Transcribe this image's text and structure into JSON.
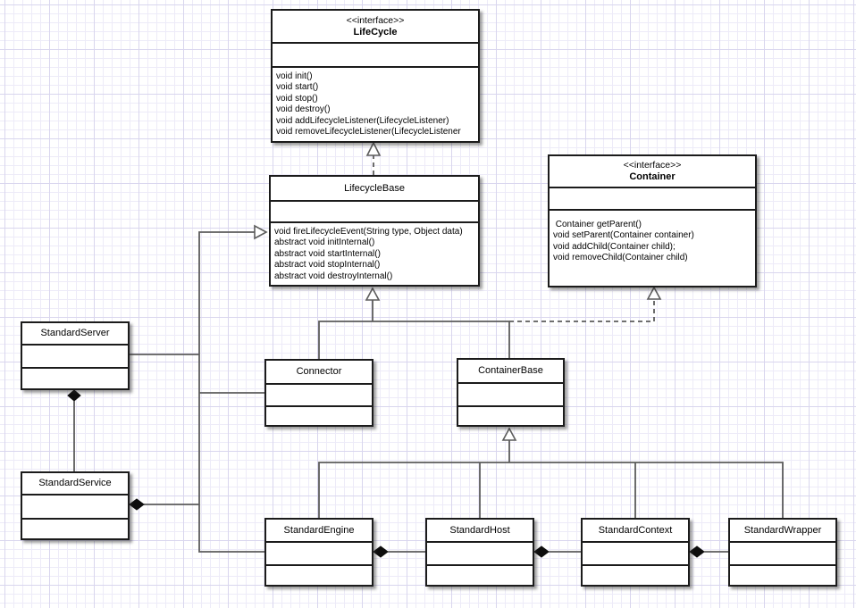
{
  "diagram": {
    "type": "uml-class-diagram",
    "classes": {
      "lifecycle": {
        "stereotype": "<<interface>>",
        "name": "LifeCycle",
        "methods": [
          "void init()",
          "void start()",
          "void stop()",
          "void destroy()",
          "void addLifecycleListener(LifecycleListener)",
          "void removeLifecycleListener(LifecycleListener"
        ]
      },
      "lifecycle_base": {
        "name": "LifecycleBase",
        "methods": [
          "void fireLifecycleEvent(String type, Object data)",
          "abstract void initInternal()",
          "abstract void startInternal()",
          "abstract void stopInternal()",
          "abstract void destroyInternal()"
        ]
      },
      "container": {
        "stereotype": "<<interface>>",
        "name": "Container",
        "methods": [
          " Container getParent()",
          "void setParent(Container container)",
          "void addChild(Container child);",
          "void removeChild(Container child)"
        ]
      },
      "standard_server": {
        "name": "StandardServer"
      },
      "standard_service": {
        "name": "StandardService"
      },
      "connector": {
        "name": "Connector"
      },
      "container_base": {
        "name": "ContainerBase"
      },
      "standard_engine": {
        "name": "StandardEngine"
      },
      "standard_host": {
        "name": "StandardHost"
      },
      "standard_context": {
        "name": "StandardContext"
      },
      "standard_wrapper": {
        "name": "StandardWrapper"
      }
    },
    "relationships": [
      {
        "from": "LifecycleBase",
        "to": "LifeCycle",
        "type": "realization"
      },
      {
        "from": "StandardServer",
        "to": "LifecycleBase",
        "type": "generalization"
      },
      {
        "from": "StandardService",
        "to": "LifecycleBase",
        "type": "generalization"
      },
      {
        "from": "StandardEngine",
        "to": "LifecycleBase",
        "type": "generalization"
      },
      {
        "from": "Connector",
        "to": "LifecycleBase",
        "type": "generalization"
      },
      {
        "from": "ContainerBase",
        "to": "LifecycleBase",
        "type": "generalization"
      },
      {
        "from": "ContainerBase",
        "to": "Container",
        "type": "realization"
      },
      {
        "from": "StandardEngine",
        "to": "ContainerBase",
        "type": "generalization"
      },
      {
        "from": "StandardHost",
        "to": "ContainerBase",
        "type": "generalization"
      },
      {
        "from": "StandardContext",
        "to": "ContainerBase",
        "type": "generalization"
      },
      {
        "from": "StandardWrapper",
        "to": "ContainerBase",
        "type": "generalization"
      },
      {
        "from": "StandardServer",
        "to": "StandardService",
        "type": "composition"
      },
      {
        "from": "StandardService",
        "to": "Connector",
        "type": "composition"
      },
      {
        "from": "StandardService",
        "to": "StandardEngine",
        "type": "composition"
      },
      {
        "from": "StandardEngine",
        "to": "StandardHost",
        "type": "composition"
      },
      {
        "from": "StandardHost",
        "to": "StandardContext",
        "type": "composition"
      },
      {
        "from": "StandardContext",
        "to": "StandardWrapper",
        "type": "composition"
      }
    ],
    "colors": {
      "background": "#ffffff",
      "grid_minor": "#edebf8",
      "grid_major": "#d9d6ee",
      "box_fill": "#ffffff",
      "box_border": "#1b1b1b",
      "edge_line": "#5c5c5c",
      "diamond_fill": "#0d0d0d"
    }
  }
}
